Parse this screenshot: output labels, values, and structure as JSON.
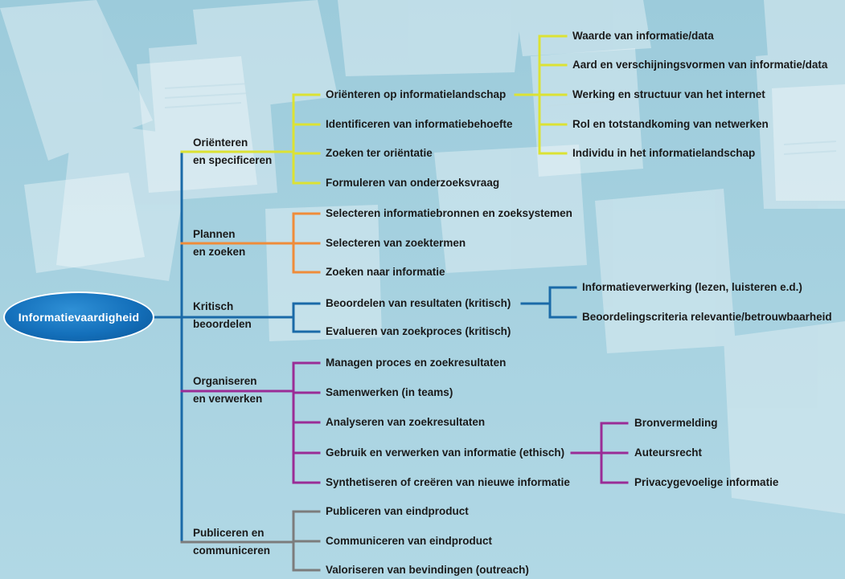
{
  "root": {
    "label": "Informatievaardigheid"
  },
  "colors": {
    "background": "#a7d2e0",
    "trunk": "#1a6aa8",
    "orienteren": "#dce234",
    "plannen": "#ef8c3a",
    "kritisch": "#1a6aa8",
    "organiseren": "#9a2c96",
    "publiceren": "#7c7c7c"
  },
  "categories": [
    {
      "line1": "Oriënteren",
      "line2": "en specificeren",
      "items": [
        "Oriënteren op informatielandschap",
        "Identificeren van informatiebehoefte",
        "Zoeken ter oriëntatie",
        "Formuleren van onderzoeksvraag"
      ],
      "subitems": [
        "Waarde van informatie/data",
        "Aard en verschijningsvormen van informatie/data",
        "Werking en structuur van het internet",
        "Rol en totstandkoming van netwerken",
        "Individu in het informatielandschap"
      ]
    },
    {
      "line1": "Plannen",
      "line2": "en zoeken",
      "items": [
        "Selecteren informatiebronnen en zoeksystemen",
        "Selecteren van zoektermen",
        "Zoeken naar informatie"
      ]
    },
    {
      "line1": "Kritisch",
      "line2": "beoordelen",
      "items": [
        "Beoordelen van resultaten (kritisch)",
        "Evalueren van zoekproces (kritisch)"
      ],
      "subitems": [
        "Informatieverwerking (lezen, luisteren e.d.)",
        "Beoordelingscriteria relevantie/betrouwbaarheid"
      ]
    },
    {
      "line1": "Organiseren",
      "line2": "en verwerken",
      "items": [
        "Managen proces en zoekresultaten",
        "Samenwerken (in teams)",
        "Analyseren van zoekresultaten",
        "Gebruik en verwerken van informatie (ethisch)",
        "Synthetiseren of creëren van nieuwe informatie"
      ],
      "subitems": [
        "Bronvermelding",
        "Auteursrecht",
        "Privacygevoelige informatie"
      ]
    },
    {
      "line1": "Publiceren en",
      "line2": "communiceren",
      "items": [
        "Publiceren van eindproduct",
        "Communiceren van eindproduct",
        "Valoriseren van bevindingen (outreach)"
      ]
    }
  ]
}
